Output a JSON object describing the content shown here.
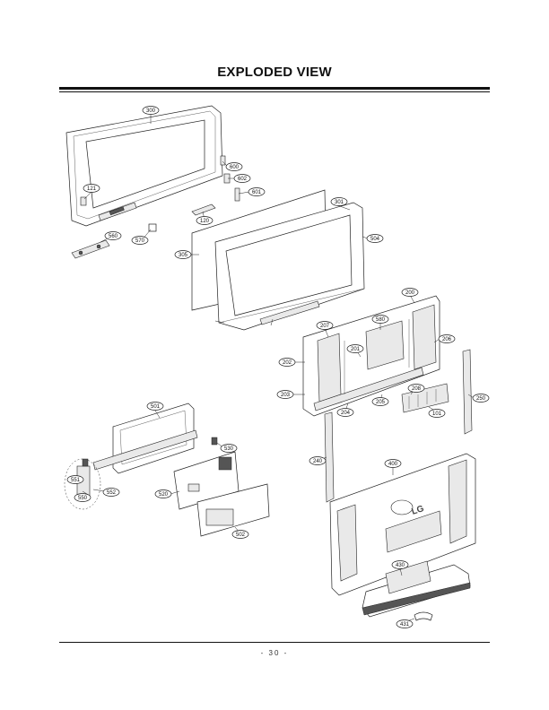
{
  "header": {
    "title": "EXPLODED VIEW"
  },
  "footer": {
    "page_number": "- 30 -"
  },
  "callouts": [
    "300",
    "600",
    "602",
    "601",
    "121",
    "120",
    "560",
    "570",
    "301",
    "305",
    "504",
    "200",
    "580",
    "207",
    "206",
    "201",
    "202",
    "203",
    "205",
    "204",
    "208",
    "101",
    "250",
    "501",
    "530",
    "240",
    "400",
    "551",
    "550",
    "552",
    "520",
    "502",
    "430",
    "431"
  ]
}
